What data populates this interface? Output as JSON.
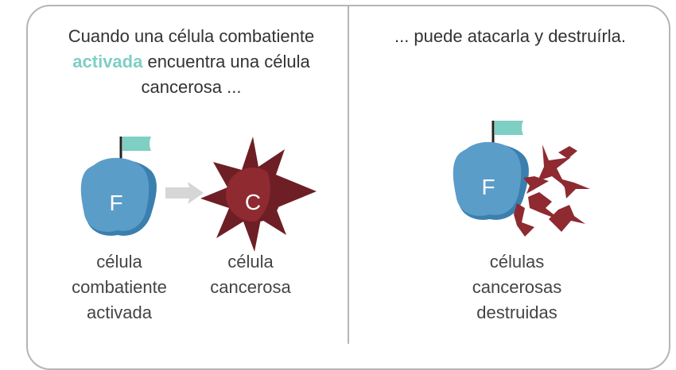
{
  "panels": {
    "left": {
      "caption_part1": "Cuando una célula combatiente",
      "caption_highlight": "activada",
      "caption_part2": " encuentra una célula cancerosa ...",
      "fighter_letter": "F",
      "cancer_letter": "C",
      "fighter_label_lines": [
        "célula",
        "combatiente",
        "activada"
      ],
      "cancer_label_lines": [
        "célula",
        "cancerosa"
      ]
    },
    "right": {
      "caption": "... puede atacarla y destruírla.",
      "fighter_letter": "F",
      "destroyed_label_lines": [
        "células",
        "cancerosas",
        "destruidas"
      ]
    }
  },
  "colors": {
    "fighter_cell": "#5b9dc9",
    "fighter_cell_shadow": "#3a7fae",
    "flag": "#7ecfc4",
    "cancer_cell": "#8e2a30",
    "cancer_cell_shadow": "#6d1f25",
    "arrow": "#d6d6d6",
    "highlight": "#7ecfc4",
    "frame": "#b5b5b5"
  }
}
